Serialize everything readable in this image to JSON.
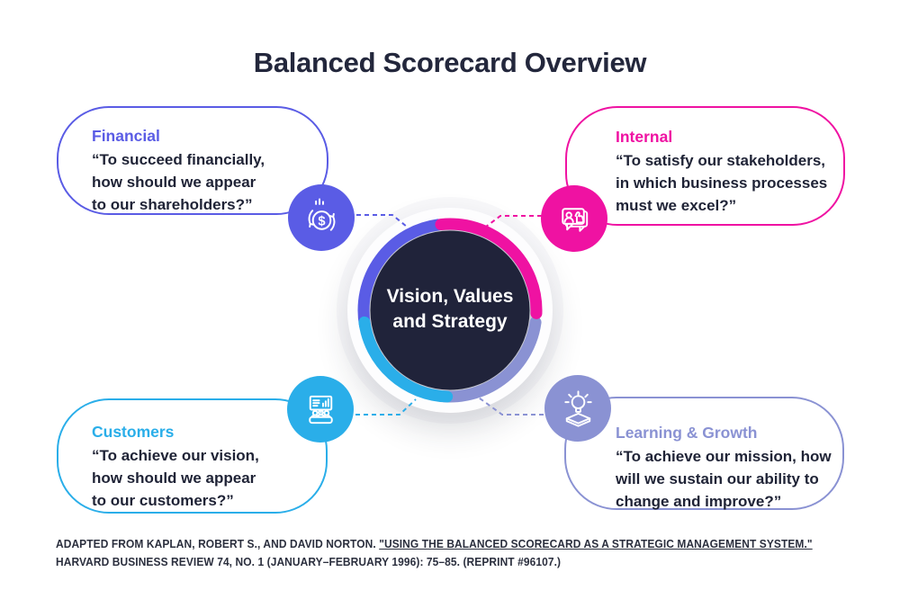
{
  "title": "Balanced Scorecard Overview",
  "center": {
    "label": "Vision, Values\nand Strategy",
    "bg_color": "#20233a",
    "rim_color": "#c6c8d2"
  },
  "quadrants": [
    {
      "name": "Financial",
      "quote": "“To succeed financially,\nhow should we appear\nto our shareholders?”",
      "color": "#5a5ce5",
      "icon": "dollar-cycle-icon"
    },
    {
      "name": "Internal",
      "quote": "“To satisfy our stakeholders,\nin which business processes\nmust we excel?”",
      "color": "#ef12a2",
      "icon": "feedback-bubble-icon"
    },
    {
      "name": "Customers",
      "quote": "“To achieve our vision,\nhow should we appear\nto our customers?”",
      "color": "#2aaee9",
      "icon": "presentation-audience-icon"
    },
    {
      "name": "Learning & Growth",
      "quote": "“To achieve our mission, how\nwill we sustain our ability to\nchange and improve?”",
      "color": "#8a92d3",
      "icon": "lightbulb-stack-icon"
    }
  ],
  "icons": {
    "dollar_symbol": "$"
  },
  "footer": {
    "line1_prefix": "ADAPTED FROM KAPLAN, ROBERT S., AND DAVID NORTON. ",
    "line1_link": "\"USING THE BALANCED SCORECARD AS A STRATEGIC MANAGEMENT SYSTEM.\"",
    "line2": "HARVARD BUSINESS REVIEW 74, NO. 1 (JANUARY–FEBRUARY 1996): 75–85. (REPRINT #96107.)"
  }
}
